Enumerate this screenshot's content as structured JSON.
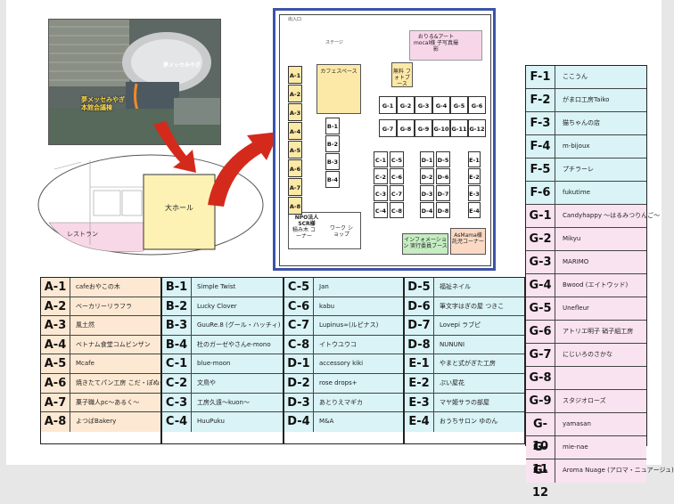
{
  "photo": {
    "label_building": "夢メッセみやぎ 本館会議棟",
    "label_hall": "夢メッセみやぎ"
  },
  "floor_outline": {
    "hall_label": "大ホール",
    "restaurant_label": "レストラン"
  },
  "floorplan": {
    "entrance_label": "入口",
    "cafe_space": "カフェスペース",
    "free_photo": "無料 フォトブース",
    "ad_photo_booth": "おりる&アートmocal様 子写真撮影",
    "npo_area": "NPO法人 SCR様",
    "pick_up_corner": "積み木 コーナー",
    "work_shop": "ワーク ショップ",
    "information": "インフォメーション 実行委員ブース",
    "asmama": "AsMama様 託児コーナー",
    "small_label": "ステージ",
    "dots": "出入口",
    "booths": [
      "A-1",
      "A-2",
      "A-3",
      "A-4",
      "A-5",
      "A-6",
      "A-7",
      "A-8",
      "B-1",
      "B-2",
      "B-3",
      "B-4",
      "C-1",
      "C-2",
      "C-3",
      "C-4",
      "C-5",
      "C-6",
      "C-7",
      "C-8",
      "D-1",
      "D-2",
      "D-3",
      "D-4",
      "D-5",
      "D-6",
      "D-7",
      "D-8",
      "E-1",
      "E-2",
      "E-3",
      "E-4",
      "G-1",
      "G-2",
      "G-3",
      "G-4",
      "G-5",
      "G-6",
      "G-7",
      "G-8",
      "G-9",
      "G-10",
      "G-11",
      "G-12"
    ]
  },
  "vendors": {
    "col_a": [
      {
        "code": "A-1",
        "name": "cafeおやこの木"
      },
      {
        "code": "A-2",
        "name": "ベーカリーリラフラ"
      },
      {
        "code": "A-3",
        "name": "風土然"
      },
      {
        "code": "A-4",
        "name": "ベトナム食堂コムビンザン"
      },
      {
        "code": "A-5",
        "name": "Mcafe"
      },
      {
        "code": "A-6",
        "name": "焼きたてパン工房 こだ・ぽぬーる"
      },
      {
        "code": "A-7",
        "name": "菓子職人pc～あるく～"
      },
      {
        "code": "A-8",
        "name": "よつばBakery"
      }
    ],
    "col_b": [
      {
        "code": "B-1",
        "name": "Simple Twist"
      },
      {
        "code": "B-2",
        "name": "Lucky Clover"
      },
      {
        "code": "B-3",
        "name": "GuuRe.8 (グール・ハッチィ)"
      },
      {
        "code": "B-4",
        "name": "杜のガーゼやさんe-mono"
      },
      {
        "code": "C-1",
        "name": "blue-moon"
      },
      {
        "code": "C-2",
        "name": "文鳥や"
      },
      {
        "code": "C-3",
        "name": "工房久遠～kuon～"
      },
      {
        "code": "C-4",
        "name": "HuuPuku"
      }
    ],
    "col_c": [
      {
        "code": "C-5",
        "name": "Jan"
      },
      {
        "code": "C-6",
        "name": "kabu"
      },
      {
        "code": "C-7",
        "name": "Lupinus∞(ルピナス)"
      },
      {
        "code": "C-8",
        "name": "イトウユウコ"
      },
      {
        "code": "D-1",
        "name": "accessory kiki"
      },
      {
        "code": "D-2",
        "name": "rose drops+"
      },
      {
        "code": "D-3",
        "name": "あとりえマギカ"
      },
      {
        "code": "D-4",
        "name": "M&A"
      }
    ],
    "col_d": [
      {
        "code": "D-5",
        "name": "福祉ネイル"
      },
      {
        "code": "D-6",
        "name": "筆文字はぎの屋 つきこ"
      },
      {
        "code": "D-7",
        "name": "Lovepi ラブピ"
      },
      {
        "code": "D-8",
        "name": "NUNUNI"
      },
      {
        "code": "E-1",
        "name": "やまと式がぎた工房"
      },
      {
        "code": "E-2",
        "name": "ぷい屋花"
      },
      {
        "code": "E-3",
        "name": "マヤ姫サラの部屋"
      },
      {
        "code": "E-4",
        "name": "おうちサロン ゆのん"
      }
    ],
    "col_right": [
      {
        "code": "F-1",
        "name": "ここうん"
      },
      {
        "code": "F-2",
        "name": "がま口工房Taiko"
      },
      {
        "code": "F-3",
        "name": "猫ちゃんの店"
      },
      {
        "code": "F-4",
        "name": "m-bijoux"
      },
      {
        "code": "F-5",
        "name": "プチラーレ"
      },
      {
        "code": "F-6",
        "name": "fukutime"
      },
      {
        "code": "G-1",
        "name": "Candyhappy ～はるみつりんご～"
      },
      {
        "code": "G-2",
        "name": "Mikyu"
      },
      {
        "code": "G-3",
        "name": "MARIMO"
      },
      {
        "code": "G-4",
        "name": "Bwood (エイトウッド)"
      },
      {
        "code": "G-5",
        "name": "Unefleur"
      },
      {
        "code": "G-6",
        "name": "アトリエ明子 硝子組工房"
      },
      {
        "code": "G-7",
        "name": "にじいろのさかな"
      },
      {
        "code": "G-8",
        "name": ""
      },
      {
        "code": "G-9",
        "name": "スタジオローズ"
      },
      {
        "code": "G-10",
        "name": "yamasan"
      },
      {
        "code": "G-11",
        "name": "mie-nae"
      },
      {
        "code": "G-12",
        "name": "Aroma Nuage (アロマ・ニュアージュ)"
      }
    ]
  },
  "colors": {
    "peach": "#fde9d3",
    "cyan": "#d9f3f6",
    "pink": "#f9e3f0",
    "plan_border": "#3d53a8",
    "arrow": "#d42a1c"
  }
}
